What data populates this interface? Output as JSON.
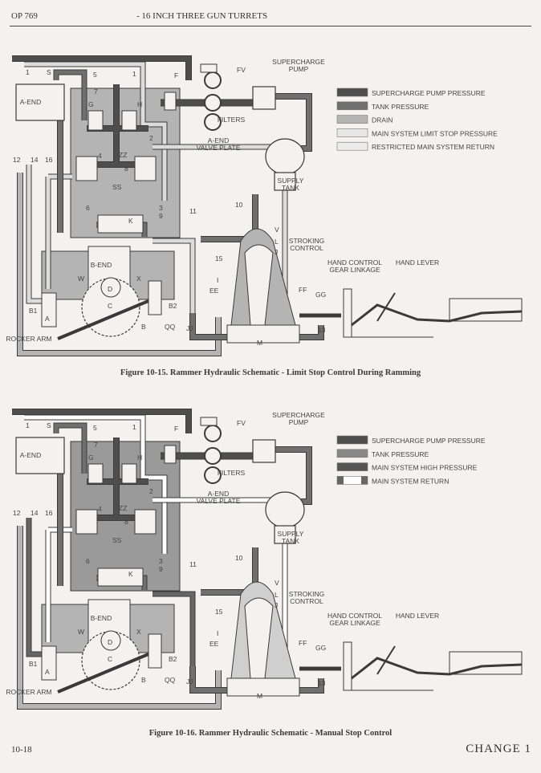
{
  "header": {
    "doc_id": "OP 769",
    "title": "- 16 INCH THREE GUN TURRETS"
  },
  "footer": {
    "page": "10-18",
    "change": "CHANGE 1"
  },
  "colors": {
    "supercharge": "#4e4e4e",
    "tank": "#6f6f6f",
    "drain": "#b4b4b4",
    "light": "#dcdcdc",
    "outline": "#3a3a3a"
  },
  "fig1": {
    "caption": "Figure 10-15.   Rammer Hydraulic Schematic - Limit Stop Control During Ramming",
    "legend": [
      "SUPERCHARGE PUMP PRESSURE",
      "TANK PRESSURE",
      "DRAIN",
      "MAIN SYSTEM LIMIT STOP PRESSURE",
      "RESTRICTED MAIN SYSTEM RETURN"
    ],
    "labels": [
      [
        "1"
      ],
      [
        "S"
      ],
      [
        "5"
      ],
      [
        "1"
      ],
      [
        "7"
      ],
      [
        "F"
      ],
      [
        "FV"
      ],
      [
        "SUPERCHARGE",
        "PUMP"
      ],
      [
        "A-END"
      ],
      [
        "G"
      ],
      [
        "H"
      ],
      [
        "FILTERS"
      ],
      [
        "2"
      ],
      [
        "A-END",
        "VALVE PLATE"
      ],
      [
        "12"
      ],
      [
        "14"
      ],
      [
        "16"
      ],
      [
        "4"
      ],
      [
        "ZZ"
      ],
      [
        "8"
      ],
      [
        "SS"
      ],
      [
        "SUPPLY",
        "TANK"
      ],
      [
        "6"
      ],
      [
        "3"
      ],
      [
        "10"
      ],
      [
        "11"
      ],
      [
        "K"
      ],
      [
        "9"
      ],
      [
        "STROKING",
        "CONTROL"
      ],
      [
        "V"
      ],
      [
        "L"
      ],
      [
        "J"
      ],
      [
        "15"
      ],
      [
        "HAND CONTROL",
        "GEAR LINKAGE"
      ],
      [
        "HAND LEVER"
      ],
      [
        "B-END"
      ],
      [
        "W"
      ],
      [
        "X"
      ],
      [
        "D"
      ],
      [
        "I"
      ],
      [
        "EE"
      ],
      [
        "FF"
      ],
      [
        "GG"
      ],
      [
        "B1"
      ],
      [
        "C"
      ],
      [
        "A"
      ],
      [
        "B2"
      ],
      [
        "QQ"
      ],
      [
        "B"
      ],
      [
        "ROCKER ARM"
      ],
      [
        "JJ"
      ],
      [
        "13"
      ],
      [
        "M"
      ]
    ]
  },
  "fig2": {
    "caption": "Figure 10-16.   Rammer Hydraulic Schematic - Manual Stop Control",
    "legend": [
      "SUPERCHARGE PUMP PRESSURE",
      "TANK PRESSURE",
      "MAIN SYSTEM HIGH PRESSURE",
      "MAIN SYSTEM RETURN"
    ],
    "labels": [
      [
        "1"
      ],
      [
        "S"
      ],
      [
        "5"
      ],
      [
        "1"
      ],
      [
        "7"
      ],
      [
        "F"
      ],
      [
        "FV"
      ],
      [
        "SUPERCHARGE",
        "PUMP"
      ],
      [
        "A-END"
      ],
      [
        "G"
      ],
      [
        "H"
      ],
      [
        "FILTERS"
      ],
      [
        "2"
      ],
      [
        "A-END",
        "VALVE PLATE"
      ],
      [
        "12"
      ],
      [
        "14"
      ],
      [
        "16"
      ],
      [
        "4"
      ],
      [
        "ZZ"
      ],
      [
        "8"
      ],
      [
        "SS"
      ],
      [
        "SUPPLY",
        "TANK"
      ],
      [
        "6"
      ],
      [
        "3"
      ],
      [
        "10"
      ],
      [
        "11"
      ],
      [
        "K"
      ],
      [
        "9"
      ],
      [
        "STROKING",
        "CONTROL"
      ],
      [
        "V"
      ],
      [
        "L"
      ],
      [
        "J"
      ],
      [
        "15"
      ],
      [
        "HAND CONTROL",
        "GEAR LINKAGE"
      ],
      [
        "HAND LEVER"
      ],
      [
        "B-END"
      ],
      [
        "W"
      ],
      [
        "X"
      ],
      [
        "D"
      ],
      [
        "I"
      ],
      [
        "EE"
      ],
      [
        "FF"
      ],
      [
        "GG"
      ],
      [
        "B1"
      ],
      [
        "C"
      ],
      [
        "A"
      ],
      [
        "B2"
      ],
      [
        "QQ"
      ],
      [
        "B"
      ],
      [
        "ROCKER ARM"
      ],
      [
        "JJ"
      ],
      [
        "13"
      ],
      [
        "M"
      ]
    ]
  }
}
